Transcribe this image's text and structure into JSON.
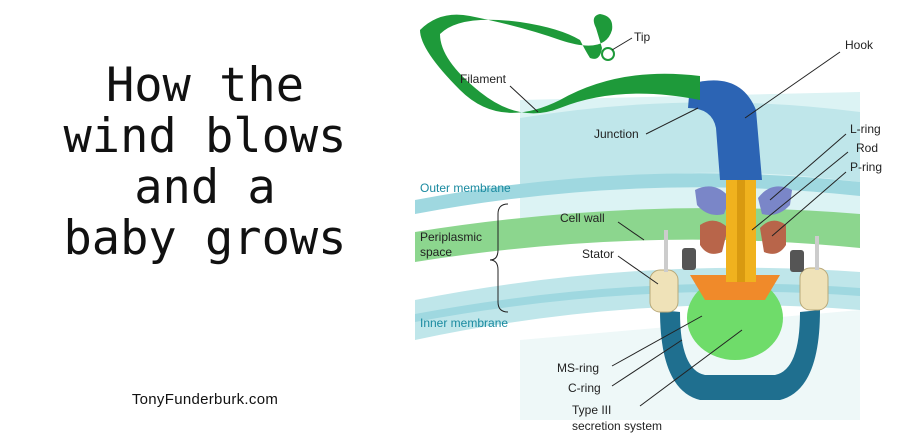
{
  "title_lines": [
    "How the",
    "wind blows",
    "and a",
    "baby grows"
  ],
  "website": "TonyFunderburk.com",
  "diagram": {
    "labels": {
      "tip": "Tip",
      "filament": "Filament",
      "hook": "Hook",
      "junction": "Junction",
      "l_ring": "L-ring",
      "rod": "Rod",
      "p_ring": "P-ring",
      "outer_membrane": "Outer membrane",
      "cell_wall": "Cell wall",
      "periplasmic_1": "Periplasmic",
      "periplasmic_2": "space",
      "stator": "Stator",
      "inner_membrane": "Inner membrane",
      "ms_ring": "MS-ring",
      "c_ring": "C-ring",
      "type3_1": "Type III",
      "type3_2": "secretion system"
    },
    "colors": {
      "filament": "#1e9a3a",
      "hook": "#2c64b4",
      "rod": "#f0b21e",
      "outer_membrane": "#bfe6ea",
      "cell_wall": "#8cd68e",
      "inner_membrane": "#bfe6ea",
      "ms_ring": "#6fdc6a",
      "c_ring": "#1f6f8f",
      "stator": "#efe2b8",
      "l_ring": "#7a86c8",
      "p_ring": "#b8654a",
      "export": "#f08a2a"
    }
  }
}
